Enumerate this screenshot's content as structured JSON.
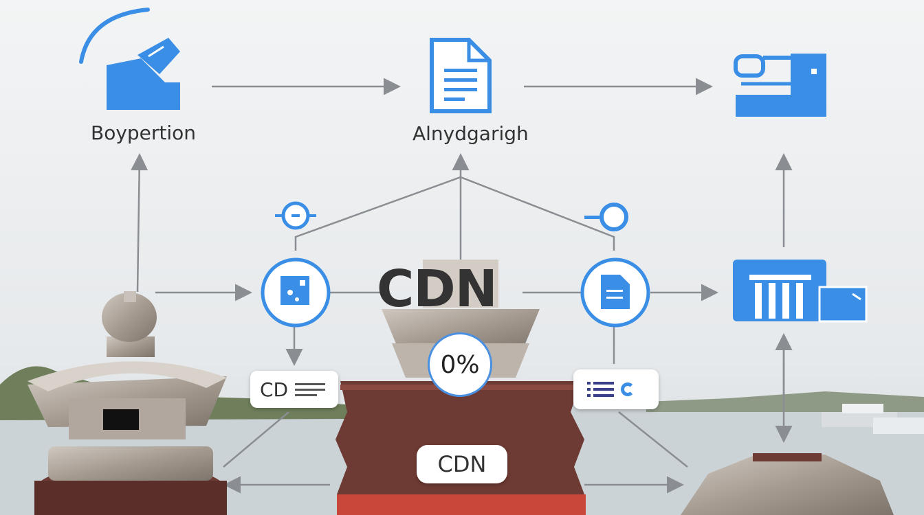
{
  "nodes": {
    "top_left_label": "Boypertion",
    "top_center_label": "Alnydgarigh"
  },
  "center": {
    "title": "CDN",
    "percent": "0%",
    "bottom_label": "CDN"
  },
  "left_pill": {
    "text": "CD"
  },
  "colors": {
    "accent_blue": "#3a8ee6",
    "arrow_gray": "#8a8d91",
    "sky": "#eef0f2",
    "water": "#cfd6da",
    "wood": "#6e3b34"
  }
}
